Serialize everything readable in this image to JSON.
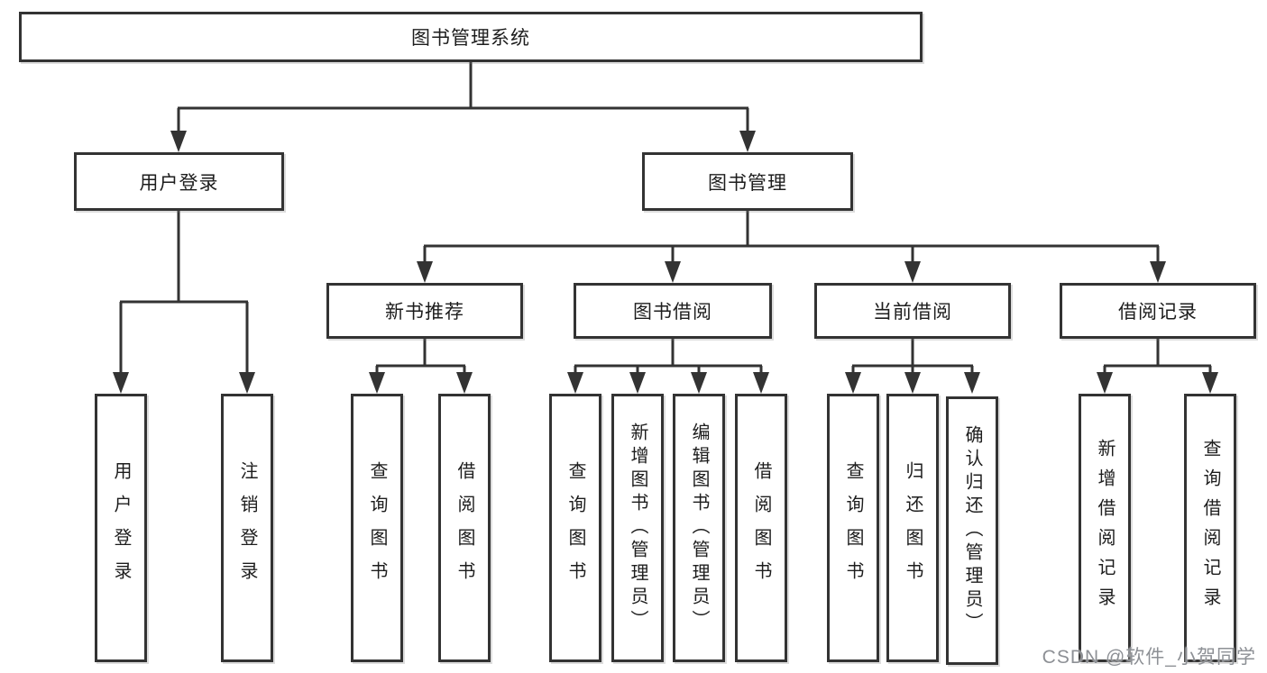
{
  "tree": {
    "root": "图书管理系统",
    "user_login": {
      "label": "用户登录",
      "children": [
        "用户登录",
        "注销登录"
      ]
    },
    "book_management": {
      "label": "图书管理",
      "sections": [
        {
          "label": "新书推荐",
          "children": [
            "查询图书",
            "借阅图书"
          ]
        },
        {
          "label": "图书借阅",
          "children": [
            "查询图书",
            "新增图书（管理员）",
            "编辑图书（管理员）",
            "借阅图书"
          ]
        },
        {
          "label": "当前借阅",
          "children": [
            "查询图书",
            "归还图书",
            "确认归还（管理员）"
          ]
        },
        {
          "label": "借阅记录",
          "children": [
            "新增借阅记录",
            "查询借阅记录"
          ]
        }
      ]
    }
  },
  "watermark": "CSDN @软件_小贺同学",
  "colors": {
    "line": "#333333",
    "box_border": "#333333",
    "box_fill": "#ffffff",
    "text": "#1d1d1d",
    "watermark": "#8d9095"
  }
}
